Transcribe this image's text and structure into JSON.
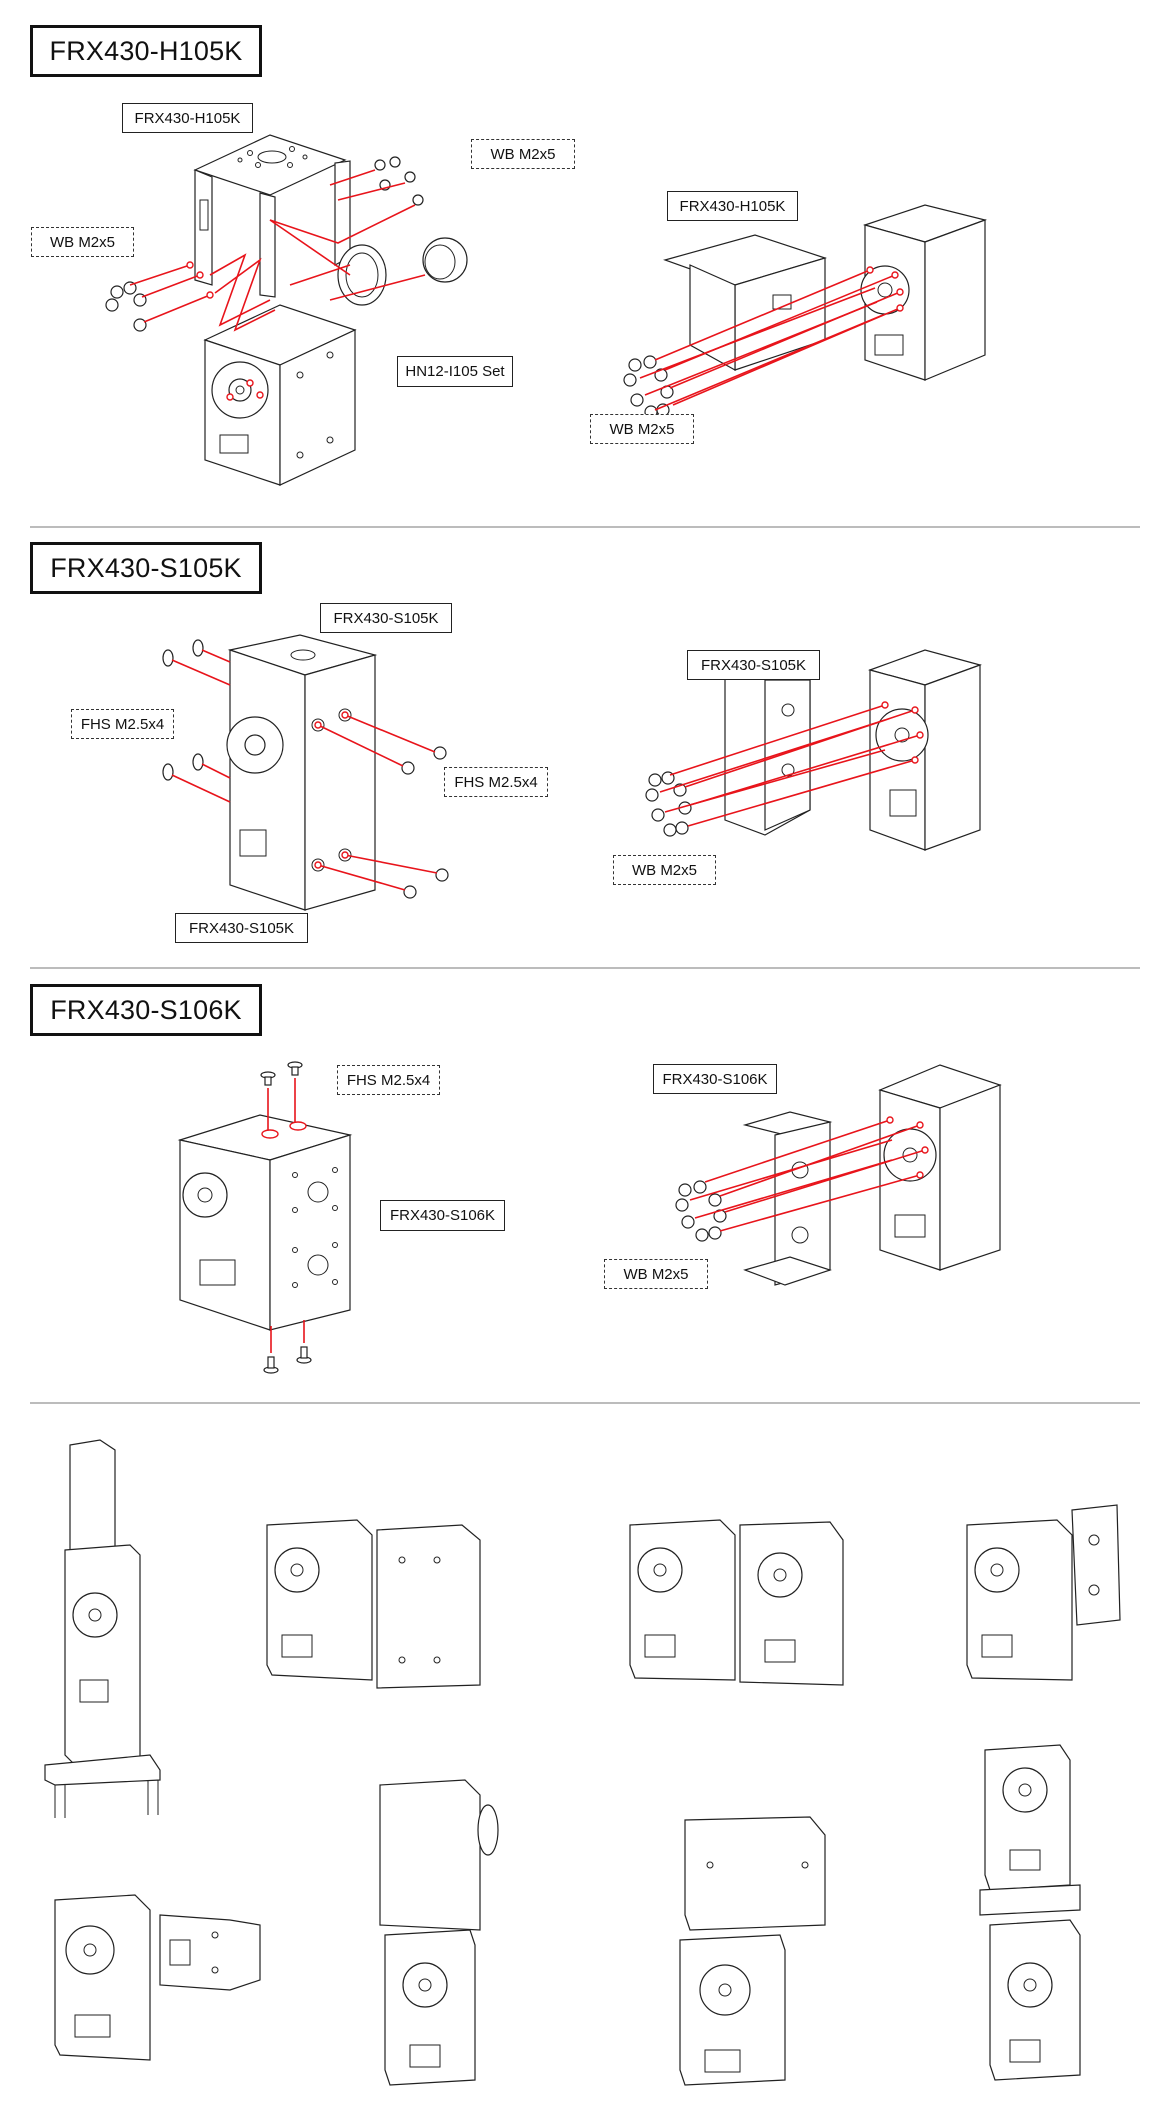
{
  "colors": {
    "arrow": "#e8141b",
    "line_art": "#222222",
    "divider": "#bcbcbc",
    "background": "#ffffff"
  },
  "sections": [
    {
      "title": "FRX430-H105K",
      "left_assembly": {
        "part_label": "FRX430-H105K",
        "screw_label_left": "WB M2x5",
        "screw_label_right": "WB M2x5",
        "accessory_label": "HN12-I105 Set"
      },
      "right_assembly": {
        "part_label": "FRX430-H105K",
        "screw_label": "WB M2x5"
      }
    },
    {
      "title": "FRX430-S105K",
      "left_assembly": {
        "part_label_top": "FRX430-S105K",
        "part_label_bottom": "FRX430-S105K",
        "screw_label_left": "FHS M2.5x4",
        "screw_label_right": "FHS M2.5x4"
      },
      "right_assembly": {
        "part_label": "FRX430-S105K",
        "screw_label": "WB M2x5"
      }
    },
    {
      "title": "FRX430-S106K",
      "left_assembly": {
        "part_label": "FRX430-S106K",
        "screw_label": "FHS M2.5x4"
      },
      "right_assembly": {
        "part_label": "FRX430-S106K",
        "screw_label": "WB M2x5"
      }
    }
  ],
  "gallery": {
    "items": [
      {
        "name": "stacked-servo-with-h-bracket-and-s-bracket"
      },
      {
        "name": "two-servos-side-by-side-back-view"
      },
      {
        "name": "two-servos-side-by-side-front-view"
      },
      {
        "name": "servo-with-side-bracket"
      },
      {
        "name": "servo-with-side-plate-bracket"
      },
      {
        "name": "servo-rotated-on-top-of-servo"
      },
      {
        "name": "servo-horizontal-on-top-of-servo"
      },
      {
        "name": "servo-inverted-on-top-of-servo-with-bracket"
      }
    ]
  }
}
